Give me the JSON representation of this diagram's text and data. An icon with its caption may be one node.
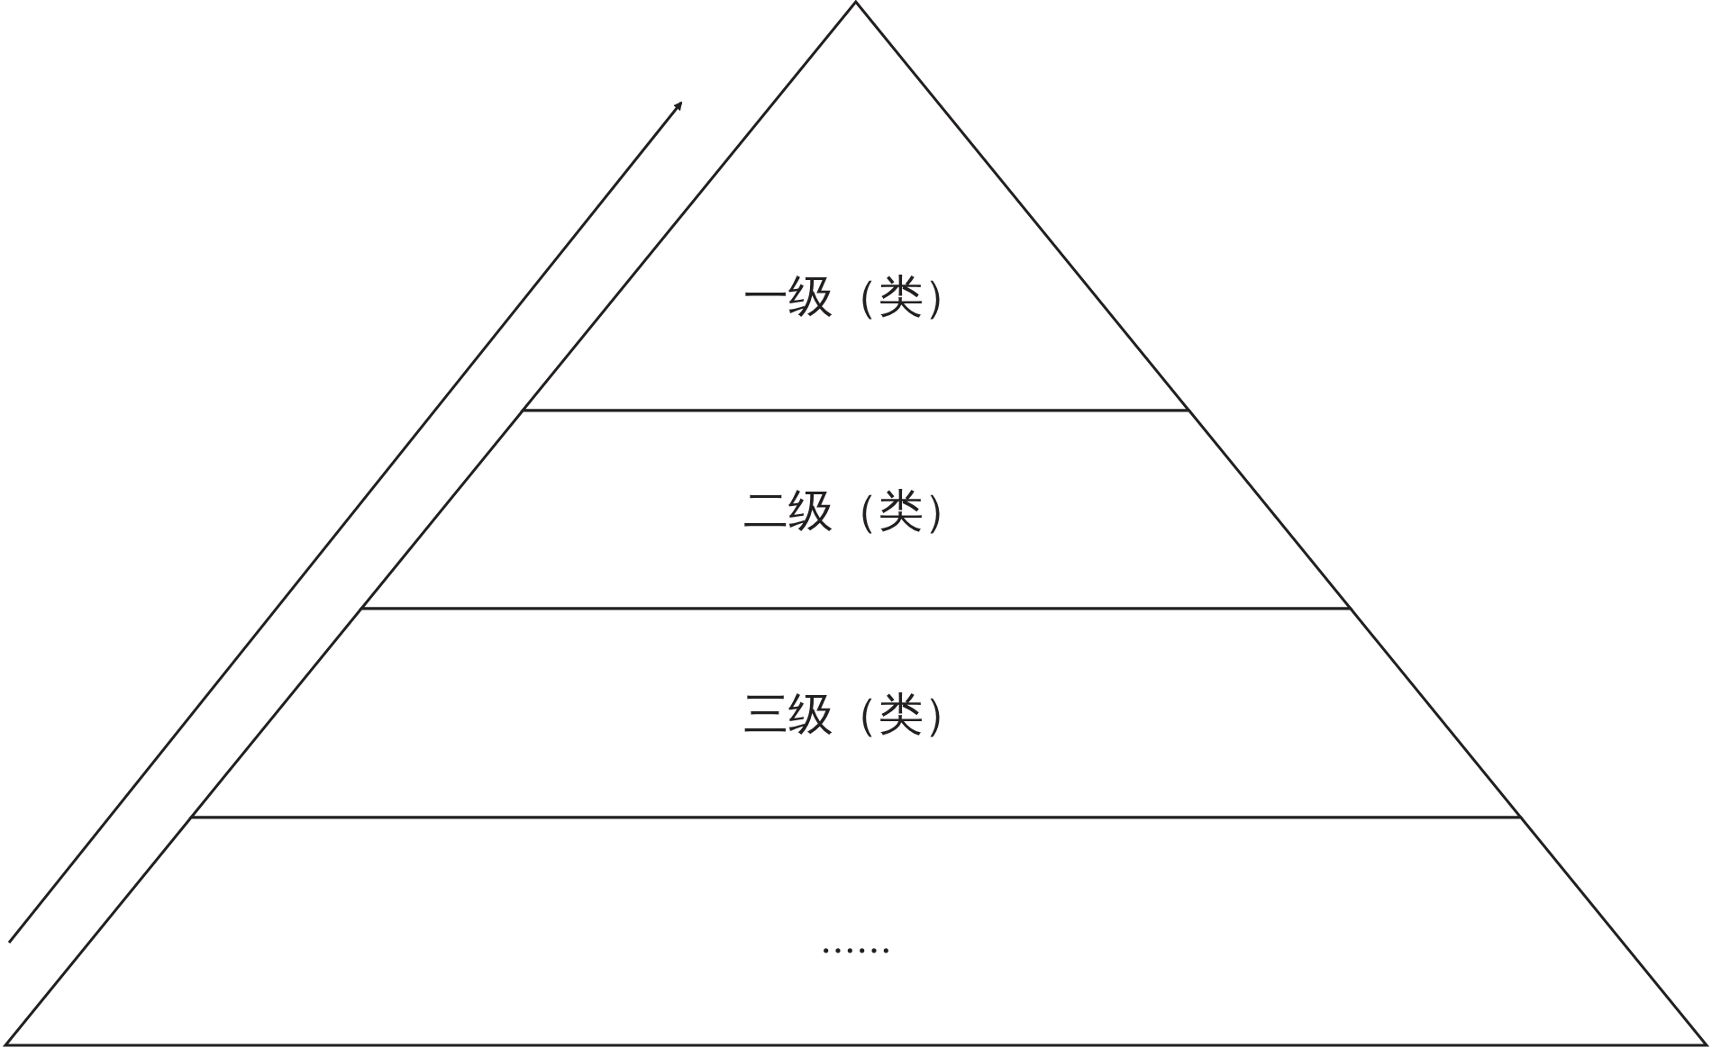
{
  "diagram": {
    "nodes": [
      {
        "text": [
          "一级（类）"
        ]
      },
      {
        "text": [
          "二级（类）"
        ]
      },
      {
        "text": [
          "三级（类）"
        ]
      },
      {
        "text": [
          "……"
        ]
      }
    ]
  }
}
